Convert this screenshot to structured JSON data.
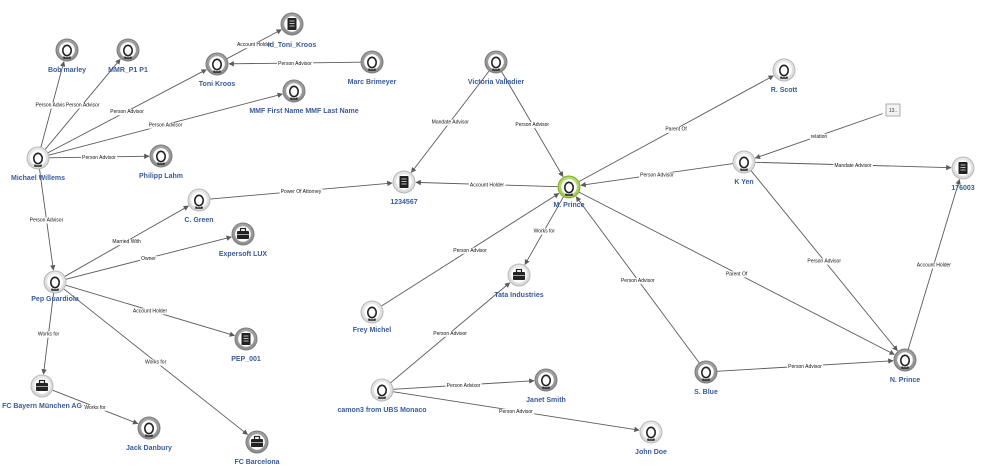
{
  "colors": {
    "label": "#3a5a9a",
    "edge": "#5b5b5b",
    "node_ring_dark": "#8f8f8f",
    "node_ring_light": "#d9d9d9",
    "node_selected": "#b6d86e"
  },
  "nodes": {
    "bob": {
      "label": "Bob marley",
      "kind": "person",
      "ring": "dark"
    },
    "mmr": {
      "label": "MMR_P1 P1",
      "kind": "person",
      "ring": "dark"
    },
    "toni": {
      "label": "Toni Kroos",
      "kind": "person",
      "ring": "dark"
    },
    "id_toni": {
      "label": "Id_Toni_Kroos",
      "kind": "account",
      "ring": "dark"
    },
    "marc": {
      "label": "Marc Brimeyer",
      "kind": "person",
      "ring": "dark"
    },
    "mmf": {
      "label": "MMF First Name MMF Last Name",
      "kind": "person",
      "ring": "dark"
    },
    "michael": {
      "label": "Michael Willems",
      "kind": "person",
      "ring": "light"
    },
    "philipp": {
      "label": "Philipp Lahm",
      "kind": "person",
      "ring": "dark"
    },
    "cgreen": {
      "label": "C. Green",
      "kind": "person",
      "ring": "light"
    },
    "expersoft": {
      "label": "Expersoft LUX",
      "kind": "company",
      "ring": "dark"
    },
    "pep": {
      "label": "Pep Guardiola",
      "kind": "person",
      "ring": "light"
    },
    "pep001": {
      "label": "PEP_001",
      "kind": "account",
      "ring": "dark"
    },
    "fcbayern": {
      "label": "FC Bayern München AG",
      "kind": "company",
      "ring": "light"
    },
    "jack": {
      "label": "Jack Danbury",
      "kind": "person",
      "ring": "dark"
    },
    "fcbarca": {
      "label": "FC Barcelona",
      "kind": "company",
      "ring": "dark"
    },
    "acct1234567": {
      "label": "1234567",
      "kind": "account",
      "ring": "light"
    },
    "victoria": {
      "label": "Victoria Valladier",
      "kind": "person",
      "ring": "dark"
    },
    "mprince": {
      "label": "M. Prince",
      "kind": "person",
      "ring": "selected"
    },
    "tata": {
      "label": "Tata Industries",
      "kind": "company",
      "ring": "light"
    },
    "frey": {
      "label": "Frey Michel",
      "kind": "person",
      "ring": "light"
    },
    "camon3": {
      "label": "camon3 from UBS Monaco",
      "kind": "person",
      "ring": "light"
    },
    "janet": {
      "label": "Janet Smith",
      "kind": "person",
      "ring": "dark"
    },
    "john": {
      "label": "John Doe",
      "kind": "person",
      "ring": "light"
    },
    "rscott": {
      "label": "R. Scott",
      "kind": "person",
      "ring": "light"
    },
    "kyen": {
      "label": "K Yen",
      "kind": "person",
      "ring": "light"
    },
    "small13": {
      "label": "13..",
      "kind": "box",
      "ring": "light"
    },
    "acct176003": {
      "label": "176003",
      "kind": "account",
      "ring": "light"
    },
    "sblue": {
      "label": "S. Blue",
      "kind": "person",
      "ring": "dark"
    },
    "nprince": {
      "label": "N. Prince",
      "kind": "person",
      "ring": "dark"
    }
  },
  "edges": [
    {
      "from": "michael",
      "to": "bob",
      "label": "Person Advisor"
    },
    {
      "from": "michael",
      "to": "mmr",
      "label": "Person Advisor"
    },
    {
      "from": "michael",
      "to": "toni",
      "label": "Person Advisor"
    },
    {
      "from": "toni",
      "to": "id_toni",
      "label": "Account Holder"
    },
    {
      "from": "marc",
      "to": "toni",
      "label": "Person Advisor"
    },
    {
      "from": "michael",
      "to": "mmf",
      "label": "Person Advisor"
    },
    {
      "from": "michael",
      "to": "philipp",
      "label": "Person Advisor"
    },
    {
      "from": "michael",
      "to": "pep",
      "label": "Person Advisor"
    },
    {
      "from": "pep",
      "to": "cgreen",
      "label": "Married With"
    },
    {
      "from": "cgreen",
      "to": "acct1234567",
      "label": "Power Of Attorney"
    },
    {
      "from": "pep",
      "to": "expersoft",
      "label": "Owner"
    },
    {
      "from": "pep",
      "to": "pep001",
      "label": "Account Holder"
    },
    {
      "from": "pep",
      "to": "fcbayern",
      "label": "Works for"
    },
    {
      "from": "pep",
      "to": "fcbarca",
      "label": "Works for"
    },
    {
      "from": "fcbayern",
      "to": "jack",
      "label": "Works for"
    },
    {
      "from": "victoria",
      "to": "acct1234567",
      "label": "Mandate Advisor"
    },
    {
      "from": "victoria",
      "to": "mprince",
      "label": "Person Advisor"
    },
    {
      "from": "mprince",
      "to": "acct1234567",
      "label": "Account Holder"
    },
    {
      "from": "mprince",
      "to": "rscott",
      "label": "Parent Of"
    },
    {
      "from": "kyen",
      "to": "mprince",
      "label": "Person Advisor"
    },
    {
      "from": "small13",
      "to": "kyen",
      "label": "relation"
    },
    {
      "from": "kyen",
      "to": "acct176003",
      "label": "Mandate Advisor"
    },
    {
      "from": "nprince",
      "to": "acct176003",
      "label": "Account Holder"
    },
    {
      "from": "kyen",
      "to": "nprince",
      "label": "Person Advisor"
    },
    {
      "from": "mprince",
      "to": "nprince",
      "label": "Parent Of"
    },
    {
      "from": "sblue",
      "to": "nprince",
      "label": "Person Advisor"
    },
    {
      "from": "sblue",
      "to": "mprince",
      "label": "Person Advisor"
    },
    {
      "from": "mprince",
      "to": "tata",
      "label": "Works for"
    },
    {
      "from": "frey",
      "to": "mprince",
      "label": "Person Advisor"
    },
    {
      "from": "camon3",
      "to": "tata",
      "label": "Person Advisor"
    },
    {
      "from": "camon3",
      "to": "janet",
      "label": "Person Advisor"
    },
    {
      "from": "camon3",
      "to": "john",
      "label": "Person Advisor"
    }
  ]
}
